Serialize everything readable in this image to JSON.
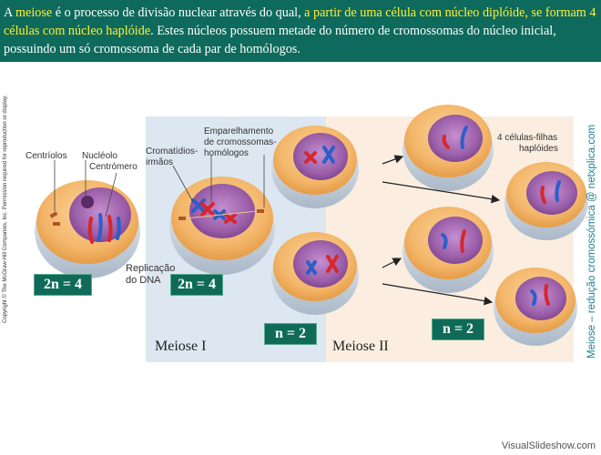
{
  "header": {
    "p1": "A ",
    "p2": "meiose",
    "p3": " é o processo de divisão nuclear através do qual, ",
    "p4": "a partir de uma célula com núcleo diplóide, se formam 4 células com núcleo haplóide",
    "p5": ". Estes núcleos possuem metade do número de cromossomas do núcleo inicial, possuindo um só cromossoma de cada par de homólogos."
  },
  "labels": {
    "centriolos": "Centríolos",
    "nucleolo": "Nucléolo",
    "centromero": "Centrómero",
    "cromatidios_1": "Cromatídios-",
    "cromatidios_2": "irmãos",
    "emparelhamento_1": "Emparelhamento",
    "emparelhamento_2": "de cromossomas-",
    "emparelhamento_3": "homólogos",
    "filhas_1": "4 células-filhas",
    "filhas_2": "haplóides",
    "replicacao_1": "Replicação",
    "replicacao_2": "do DNA"
  },
  "tags": {
    "diploid_a": "2n = 4",
    "diploid_b": "2n = 4",
    "haploid_a": "n = 2",
    "haploid_b": "n = 2"
  },
  "phases": {
    "meiose1": "Meiose I",
    "meiose2": "Meiose II"
  },
  "copyright": "Copyright © The McGraw-Hill Companies, Inc. Permission required for reproduction or display.",
  "side_title": "Meiose – redução cromossómica @ netxplica.com",
  "footer": "VisualSlideshow.com",
  "colors": {
    "header_bg": "#0d6a5c",
    "highlight": "#ffef3a",
    "tag_bg": "#0f6b58",
    "meiose1_bg": "#dde7f1",
    "meiose2_bg": "#fbeee0",
    "cytoplasm": "#f6c07a",
    "nucleus": "#8b4d96",
    "chromosome_red": "#d8262c",
    "chromosome_blue": "#2b5fc9"
  }
}
